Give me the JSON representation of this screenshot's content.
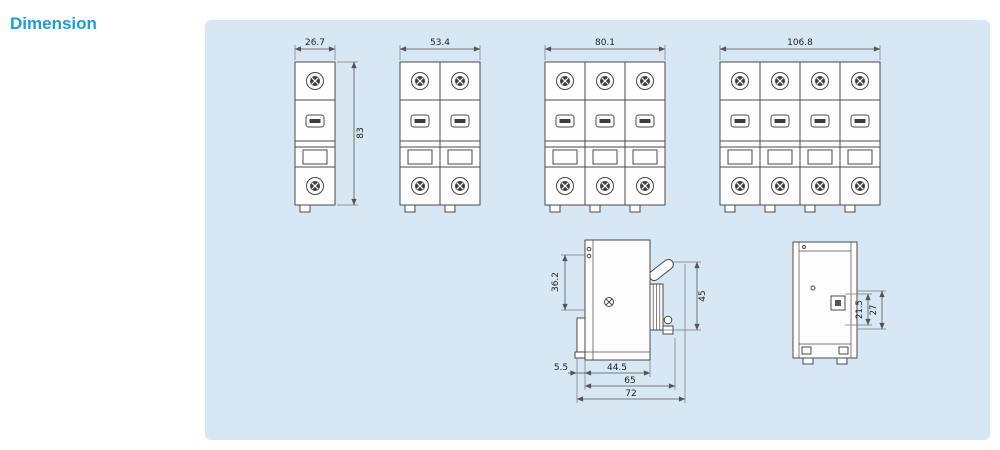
{
  "section": {
    "title": "Dimension"
  },
  "colors": {
    "heading": "#1f9cd8",
    "panel_bg": "#d7e8f4",
    "drawing_line": "#4a4a4a"
  },
  "front_views": [
    {
      "name": "1-pole breaker front view",
      "poles": 1,
      "width_mm": "26.7",
      "height_mm": "83"
    },
    {
      "name": "2-pole breaker front view",
      "poles": 2,
      "width_mm": "53.4"
    },
    {
      "name": "3-pole breaker front view",
      "poles": 3,
      "width_mm": "80.1"
    },
    {
      "name": "4-pole breaker front view",
      "poles": 4,
      "width_mm": "106.8"
    }
  ],
  "side_view": {
    "name": "breaker side view",
    "dims": {
      "left_v": "36.2",
      "right_v": "45",
      "b1": "5.5",
      "b2": "44.5",
      "b3": "65",
      "b4": "72"
    }
  },
  "rear_view": {
    "name": "breaker rear view",
    "dims": {
      "inner_v": "21.5",
      "outer_v": "27"
    }
  }
}
